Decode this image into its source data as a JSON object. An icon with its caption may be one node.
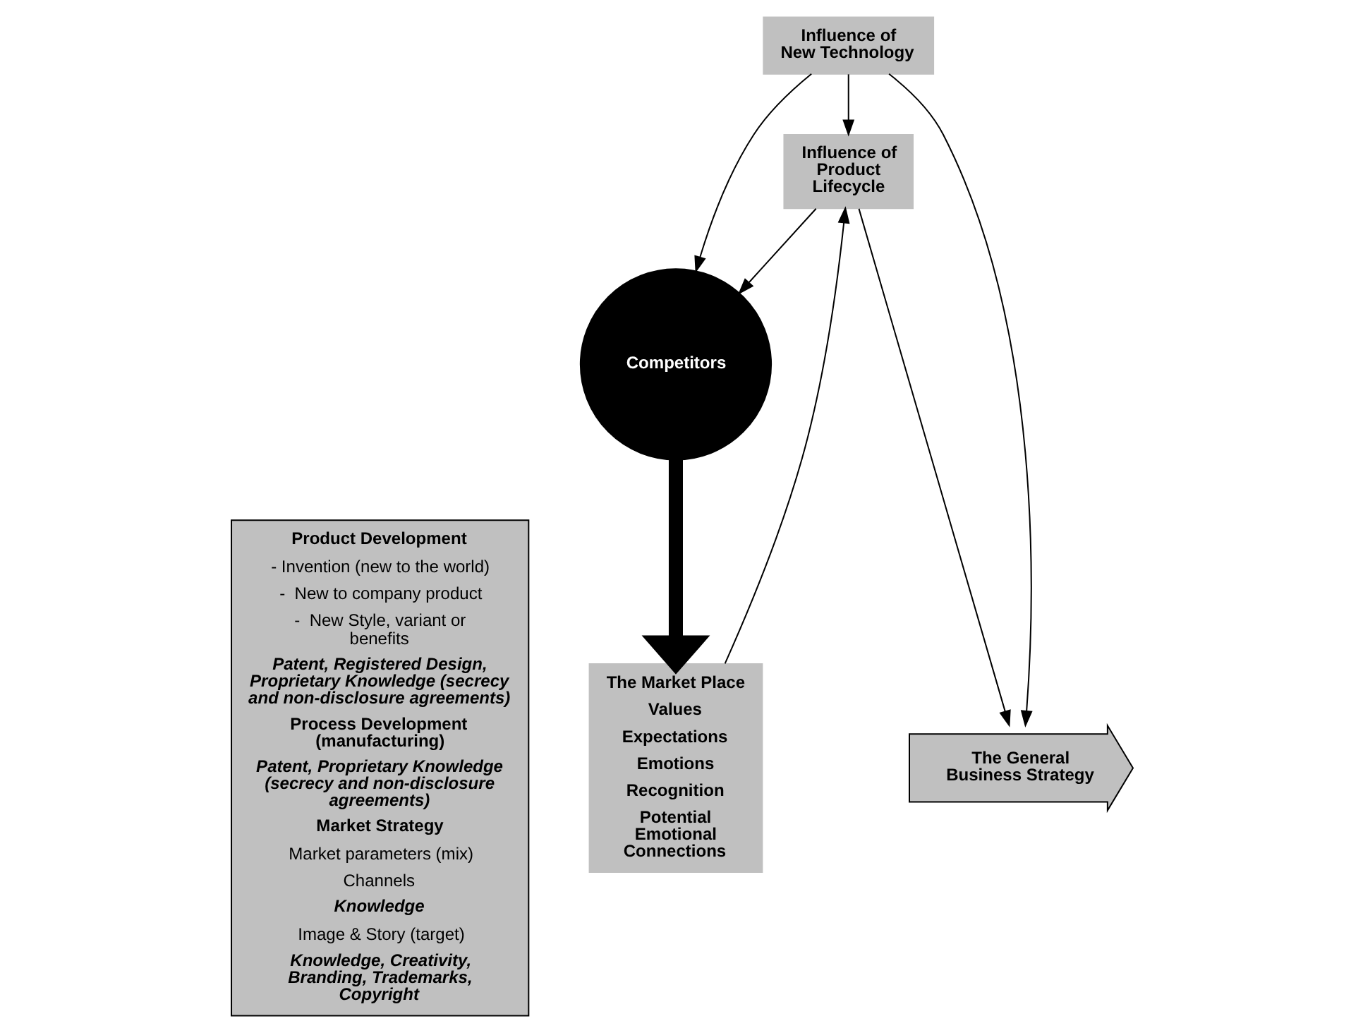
{
  "diagram": {
    "nodes": [
      {
        "text": [
          "Product Development",
          "- Invention (new to the world)",
          "-  New to company product",
          "-  New Style, variant or benefits",
          "Patent, Registered Design, Proprietary Knowledge (secrecy and non-disclosure agreements)",
          "Process Development (manufacturing)",
          "Patent, Proprietary Knowledge (secrecy and non-disclosure agreements)",
          "Market Strategy",
          "Market parameters (mix)",
          "Channels",
          "Knowledge",
          "Image & Story (target)",
          "Knowledge, Creativity, Branding, Trademarks, Copyright"
        ]
      },
      {
        "text": [
          "Influence of New Technology"
        ]
      },
      {
        "text": [
          "Competitors"
        ]
      },
      {
        "text": [
          "Influence of Product Lifecycle"
        ]
      },
      {
        "text": [
          "The General Business Strategy"
        ]
      },
      {
        "text": [
          "The Market Place",
          "Values",
          "Expectations",
          "Emotions",
          "Recognition",
          "Potential Emotional Connections"
        ]
      }
    ],
    "edges": [
      {
        "from": 1,
        "to": 2,
        "arrow": "to"
      },
      {
        "from": 1,
        "to": 3,
        "arrow": "to"
      },
      {
        "from": 1,
        "to": 4,
        "arrow": "to"
      },
      {
        "from": 3,
        "to": 2,
        "arrow": "to"
      },
      {
        "from": 3,
        "to": 4,
        "arrow": "to"
      },
      {
        "from": 5,
        "to": 3,
        "arrow": "to"
      },
      {
        "from": 2,
        "to": 5,
        "arrow": "to",
        "style": "thick"
      }
    ]
  }
}
